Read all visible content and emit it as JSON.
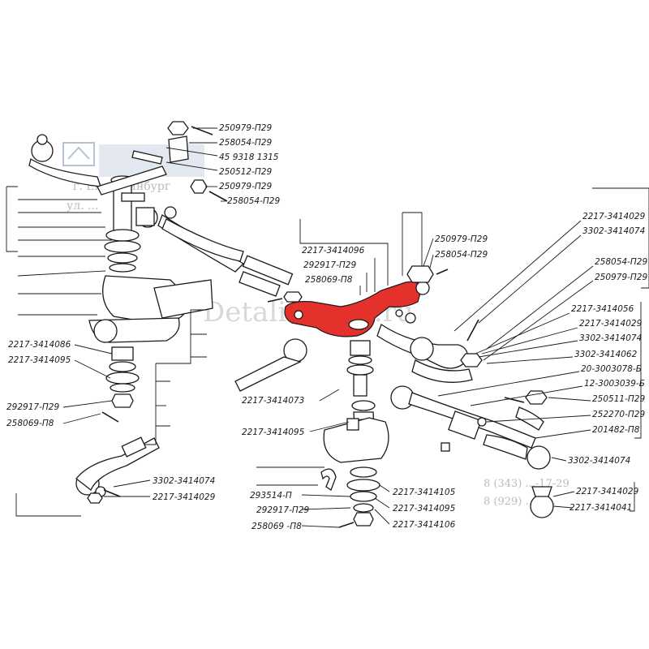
{
  "diagram": {
    "labels_top": [
      "250979-П29",
      "258054-П29",
      "45 9318 1315",
      "250512-П29",
      "250979-П29",
      "258054-П29"
    ],
    "labels_center": [
      "2217-3414096",
      "292917-П29",
      "258069-П8",
      "250979-П29",
      "258054-П29"
    ],
    "labels_right": [
      "2217-3414029",
      "3302-3414074",
      "258054-П29",
      "250979-П29",
      "2217-3414056",
      "2217-3414029",
      "3302-3414074",
      "3302-3414062",
      "20-3003078-Б",
      "12-3003039-Б",
      "250511-П29",
      "252270-П29",
      "201482-П8",
      "3302-3414074",
      "2217-3414029",
      "2217-3414041"
    ],
    "labels_left": [
      "2217-3414086",
      "2217-3414095",
      "292917-П29",
      "258069-П8",
      "3302-3414074",
      "2217-3414029"
    ],
    "labels_bottom": [
      "2217-3414073",
      "2217-3414095",
      "293514-П",
      "292917-П29",
      "258069 -П8",
      "2217-3414105",
      "2217-3414095",
      "2217-3414106"
    ]
  },
  "watermark": {
    "site": "Detali-Gazel.ru",
    "city": "г. Екатеринбург",
    "street": "ул. ...",
    "phone1": "8 (343) ...-17-29",
    "phone2": "8 (929) ...-8..."
  },
  "colors": {
    "highlight": "#e4312b",
    "ink": "#1a1a1a"
  }
}
